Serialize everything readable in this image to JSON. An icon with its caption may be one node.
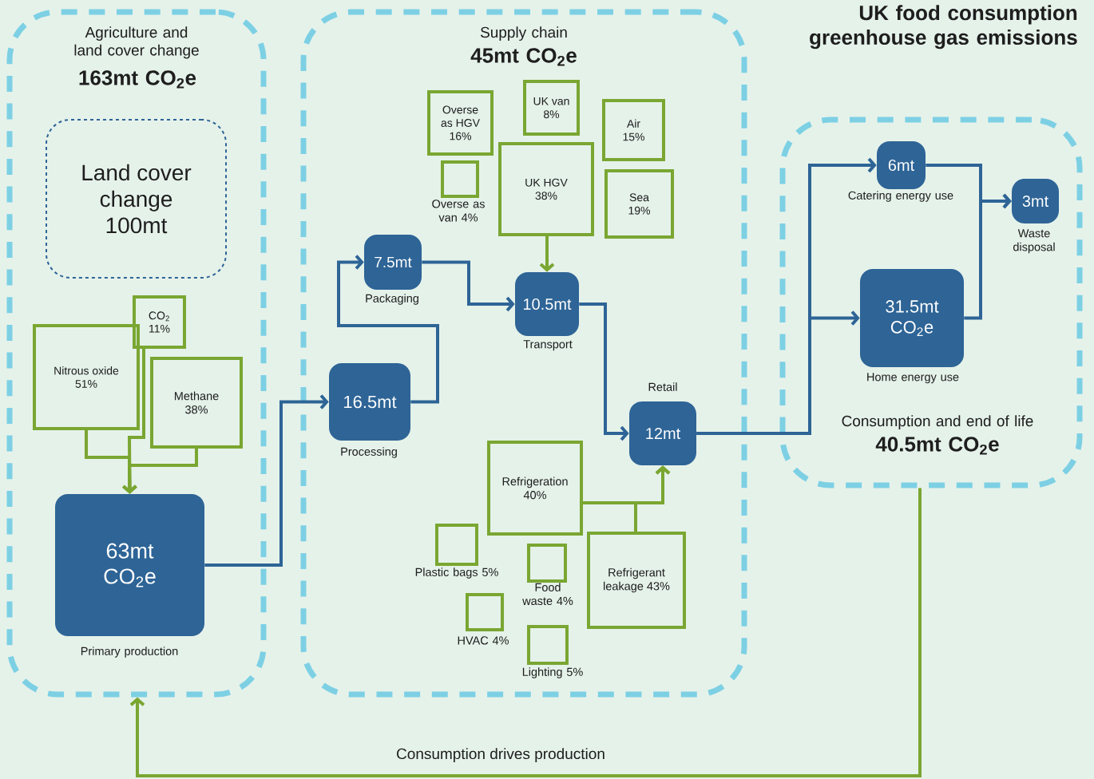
{
  "diagram": {
    "title": "UK food consumption greenhouse gas emissions",
    "nodes": [
      {
        "text": [
          "Agriculture and land cover change",
          "163mt CO$_{2}$e"
        ]
      },
      {
        "text": [
          "Land cover change 100mt"
        ],
        "in": 0
      },
      {
        "text": [
          "Nitrous oxide 51%"
        ],
        "in": 0
      },
      {
        "text": [
          "CO$_{2}$ 11%"
        ],
        "in": 0
      },
      {
        "text": [
          "Methane 38%"
        ],
        "in": 0
      },
      {
        "text": [
          "63mt CO$_{2}$e"
        ],
        "beside": [
          "Primary production"
        ],
        "in": 0
      },
      {
        "text": [
          "Supply chain",
          "45mt CO$_{2}$e"
        ]
      },
      {
        "text": [
          "16.5mt"
        ],
        "beside": [
          "Processing"
        ],
        "in": 6
      },
      {
        "text": [
          "7.5mt"
        ],
        "beside": [
          "Packaging"
        ],
        "in": 6
      },
      {
        "text": [
          "10.5mt"
        ],
        "beside": [
          "Transport"
        ],
        "in": 6
      },
      {
        "text": [
          "12mt"
        ],
        "beside": [
          "Retail"
        ],
        "in": 6
      },
      {
        "text": [
          "Overse as HGV 16%"
        ],
        "in": 6
      },
      {
        "text": [
          "UK van 8%"
        ],
        "in": 6
      },
      {
        "text": [
          "Air 15%"
        ],
        "in": 6
      },
      {
        "text": [],
        "shape": "box",
        "beside": [
          "Overse as van 4%"
        ],
        "in": 6
      },
      {
        "text": [
          "UK HGV 38%"
        ],
        "in": 6
      },
      {
        "text": [
          "Sea 19%"
        ],
        "in": 6
      },
      {
        "text": [
          "Refrigeration 40%"
        ],
        "in": 6
      },
      {
        "text": [],
        "shape": "box",
        "beside": [
          "Plastic bags 5%"
        ],
        "in": 6
      },
      {
        "text": [],
        "shape": "box",
        "beside": [
          "Food waste 4%"
        ],
        "in": 6
      },
      {
        "text": [
          "Refrigerant leakage 43%"
        ],
        "in": 6
      },
      {
        "text": [],
        "shape": "box",
        "beside": [
          "HVAC 4%"
        ],
        "in": 6
      },
      {
        "text": [],
        "shape": "box",
        "beside": [
          "Lighting 5%"
        ],
        "in": 6
      },
      {
        "text": [
          "Consumption and end of life",
          "40.5mt CO$_{2}$e"
        ]
      },
      {
        "text": [
          "6mt"
        ],
        "beside": [
          "Catering energy use"
        ],
        "in": 23
      },
      {
        "text": [
          "3mt"
        ],
        "beside": [
          "Waste disposal"
        ],
        "in": 23
      },
      {
        "text": [
          "31.5mt CO$_{2}$e"
        ],
        "beside": [
          "Home energy use"
        ],
        "in": 23
      }
    ],
    "edges": [
      {
        "from": 2,
        "to": 5,
        "arrow": "to",
        "color": "#7aa632"
      },
      {
        "from": 3,
        "to": 5,
        "arrow": "to",
        "color": "#7aa632"
      },
      {
        "from": 4,
        "to": 5,
        "arrow": "to",
        "color": "#7aa632"
      },
      {
        "from": 5,
        "to": 7,
        "arrow": "to"
      },
      {
        "from": 7,
        "to": 8,
        "arrow": "to"
      },
      {
        "from": 8,
        "to": 9,
        "arrow": "to"
      },
      {
        "from": 15,
        "to": 9,
        "arrow": "to",
        "color": "#7aa632"
      },
      {
        "from": 9,
        "to": 10,
        "arrow": "to"
      },
      {
        "from": 17,
        "to": 10,
        "arrow": "to",
        "color": "#7aa632"
      },
      {
        "from": 20,
        "to": 10,
        "arrow": "to",
        "color": "#7aa632"
      },
      {
        "from": 10,
        "to": 24,
        "arrow": "to"
      },
      {
        "from": 10,
        "to": 26,
        "arrow": "to"
      },
      {
        "from": 24,
        "to": 25,
        "arrow": "to"
      },
      {
        "from": 26,
        "to": 25,
        "arrow": "to"
      },
      {
        "from": 23,
        "to": 0,
        "arrow": "to",
        "color": "#7aa632",
        "label": "Consumption drives production"
      }
    ]
  }
}
